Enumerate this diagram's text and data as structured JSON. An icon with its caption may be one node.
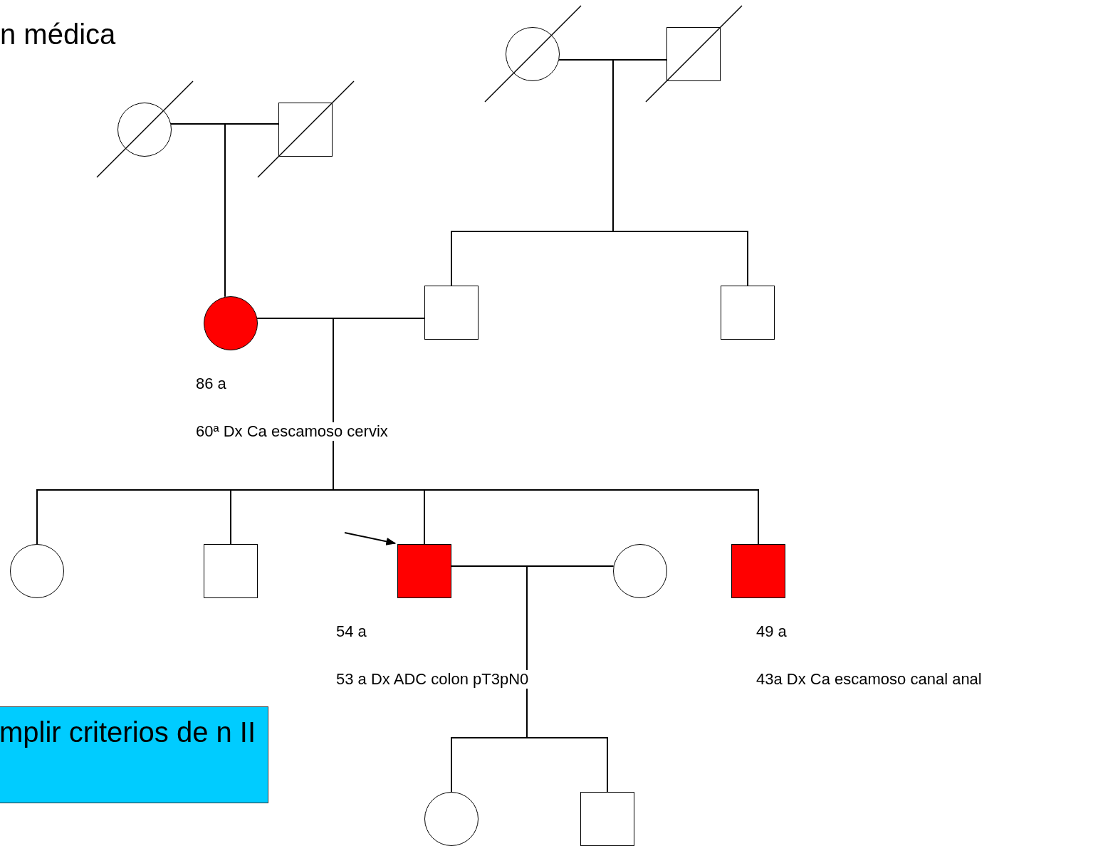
{
  "diagram": {
    "nodes": [
      {
        "text": [],
        "shape": "circle"
      },
      {
        "text": [],
        "shape": "box"
      },
      {
        "text": [],
        "shape": "circle"
      },
      {
        "text": [],
        "shape": "box"
      },
      {
        "text": [],
        "shape": "circle",
        "beside": [
          "86 a",
          "60ª Dx Ca escamoso cervix"
        ]
      },
      {
        "text": [],
        "shape": "box"
      },
      {
        "text": [],
        "shape": "box"
      },
      {
        "text": [],
        "shape": "circle"
      },
      {
        "text": [],
        "shape": "box"
      },
      {
        "text": [],
        "shape": "box",
        "beside": [
          "54 a",
          "53 a Dx ADC colon pT3pN0"
        ]
      },
      {
        "text": [],
        "shape": "circle"
      },
      {
        "text": [],
        "shape": "box",
        "beside": [
          "49 a",
          "43a Dx Ca escamoso canal anal"
        ]
      },
      {
        "text": [],
        "shape": "circle"
      },
      {
        "text": [],
        "shape": "box"
      },
      {
        "text": [
          "mplir criterios de n II"
        ]
      }
    ],
    "edges": [
      {
        "from": 0,
        "to": 1,
        "arrow": "none"
      },
      {
        "from": 2,
        "to": 3,
        "arrow": "none"
      },
      {
        "from": 0,
        "to": 4,
        "arrow": "none"
      },
      {
        "from": 2,
        "to": 5,
        "arrow": "none"
      },
      {
        "from": 2,
        "to": 6,
        "arrow": "none"
      },
      {
        "from": 4,
        "to": 5,
        "arrow": "none"
      },
      {
        "from": 4,
        "to": 7,
        "arrow": "none"
      },
      {
        "from": 4,
        "to": 8,
        "arrow": "none"
      },
      {
        "from": 4,
        "to": 9,
        "arrow": "none"
      },
      {
        "from": 4,
        "to": 11,
        "arrow": "none"
      },
      {
        "from": 9,
        "to": 10,
        "arrow": "none"
      },
      {
        "from": 9,
        "to": 12,
        "arrow": "none"
      },
      {
        "from": 9,
        "to": 13,
        "arrow": "none"
      },
      {
        "from": null,
        "to": 9,
        "arrow": "to"
      }
    ],
    "labels": [
      "n médica"
    ]
  }
}
